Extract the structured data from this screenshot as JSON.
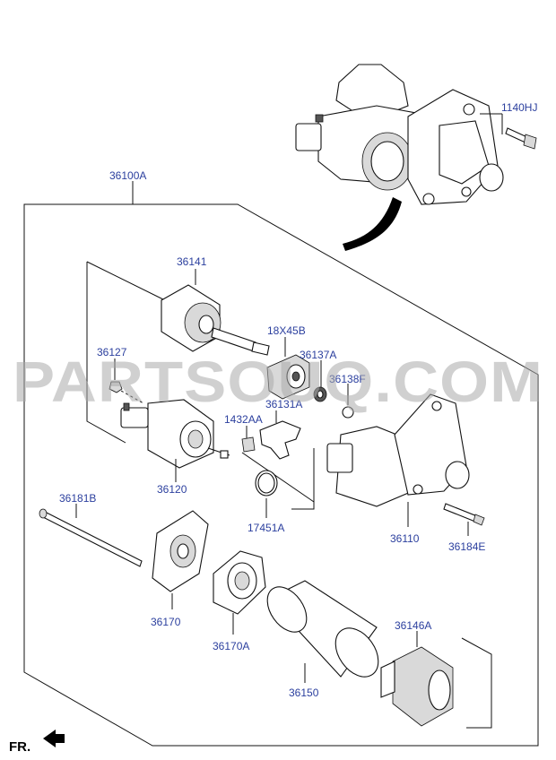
{
  "watermark": "PARTSOUQ.COM",
  "orientation_label": "FR.",
  "part_labels": {
    "p1140HJ": "1140HJ",
    "p36100A": "36100A",
    "p36141": "36141",
    "p18X45B": "18X45B",
    "p36137A": "36137A",
    "p36127": "36127",
    "p36138F": "36138F",
    "p36131A": "36131A",
    "p1432AA": "1432AA",
    "p36120": "36120",
    "p17451A": "17451A",
    "p36110": "36110",
    "p36184E": "36184E",
    "p36181B": "36181B",
    "p36170": "36170",
    "p36170A": "36170A",
    "p36146A": "36146A",
    "p36150": "36150"
  },
  "colors": {
    "label": "#2b3f9e",
    "line": "#111111",
    "watermark": "#aaaaaa"
  }
}
